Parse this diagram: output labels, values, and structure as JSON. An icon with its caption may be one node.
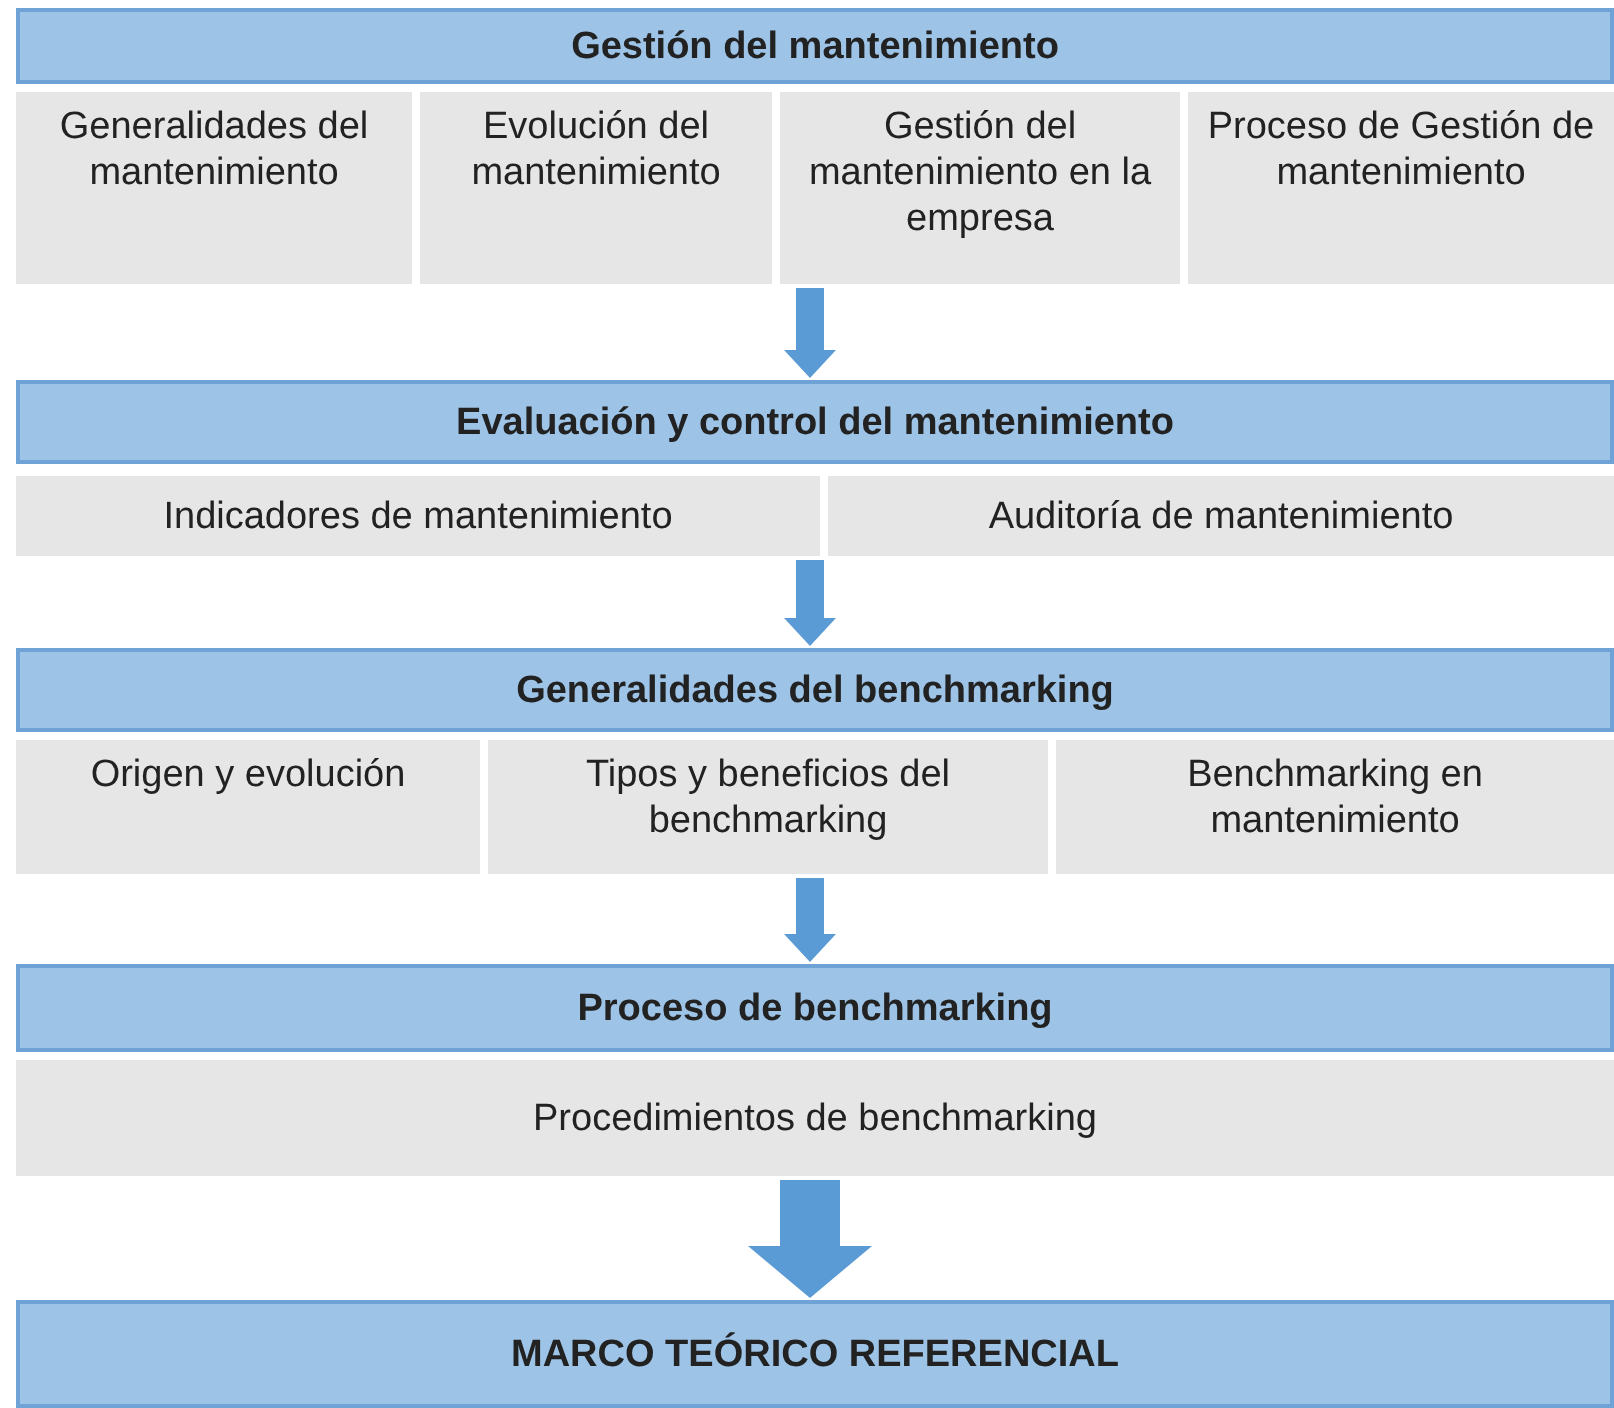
{
  "diagram": {
    "nodes": [
      {
        "text": [
          "Gestión del mantenimiento"
        ]
      },
      {
        "text": [
          "Generalidades del mantenimiento"
        ]
      },
      {
        "text": [
          "Evolución del mantenimiento"
        ]
      },
      {
        "text": [
          "Gestión del mantenimiento en la empresa"
        ]
      },
      {
        "text": [
          "Proceso de Gestión de mantenimiento"
        ]
      },
      {
        "text": [
          "Evaluación y control del mantenimiento"
        ]
      },
      {
        "text": [
          "Indicadores de mantenimiento"
        ]
      },
      {
        "text": [
          "Auditoría de mantenimiento"
        ]
      },
      {
        "text": [
          "Generalidades del benchmarking"
        ]
      },
      {
        "text": [
          "Origen y evolución"
        ]
      },
      {
        "text": [
          "Tipos y beneficios del benchmarking"
        ]
      },
      {
        "text": [
          "Benchmarking en mantenimiento"
        ]
      },
      {
        "text": [
          "Proceso de benchmarking"
        ]
      },
      {
        "text": [
          "Procedimientos de benchmarking"
        ]
      },
      {
        "text": [
          "MARCO TEÓRICO REFERENCIAL"
        ]
      }
    ],
    "edges": [
      {
        "from": 3,
        "to": 5,
        "arrow": "to"
      },
      {
        "from": 6,
        "to": 8,
        "arrow": "to"
      },
      {
        "from": 10,
        "to": 12,
        "arrow": "to"
      },
      {
        "from": 13,
        "to": 14,
        "arrow": "to",
        "style": "thick"
      }
    ]
  }
}
